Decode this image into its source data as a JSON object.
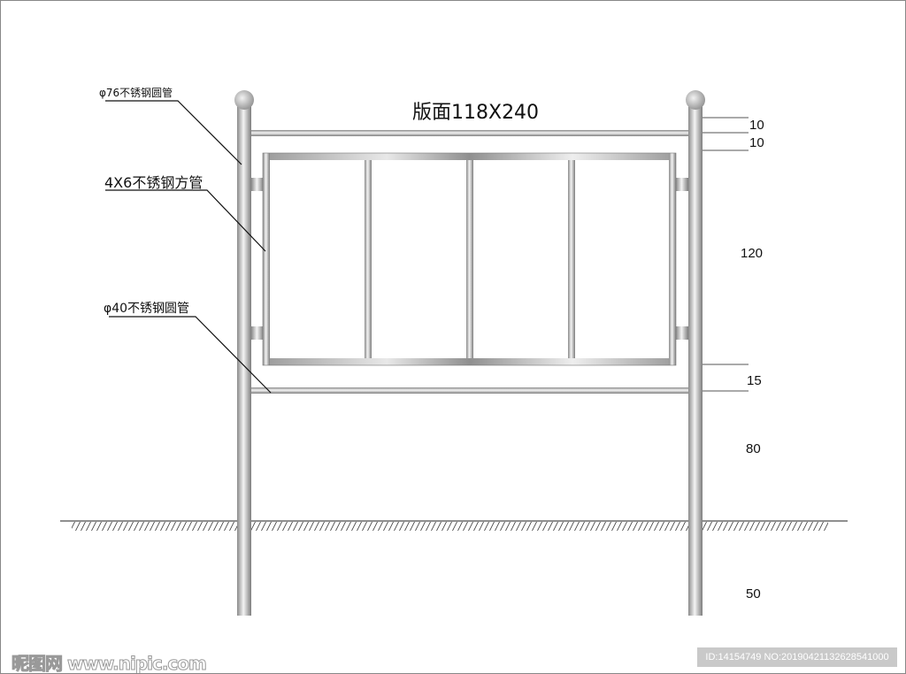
{
  "title": "版面118X240",
  "labels": {
    "post": "φ76不锈钢圆管",
    "frame": "4X6不锈钢方管",
    "rail": "φ40不锈钢圆管"
  },
  "dimensions": [
    "10",
    "10",
    "120",
    "15",
    "80",
    "50"
  ],
  "watermark": "昵图网 www.nipic.com",
  "image_id": "ID:14154749 NO:20190421132628541000",
  "colors": {
    "metal_light": "#f4f4f4",
    "metal_dark": "#8a8a8a",
    "line": "#111111"
  }
}
